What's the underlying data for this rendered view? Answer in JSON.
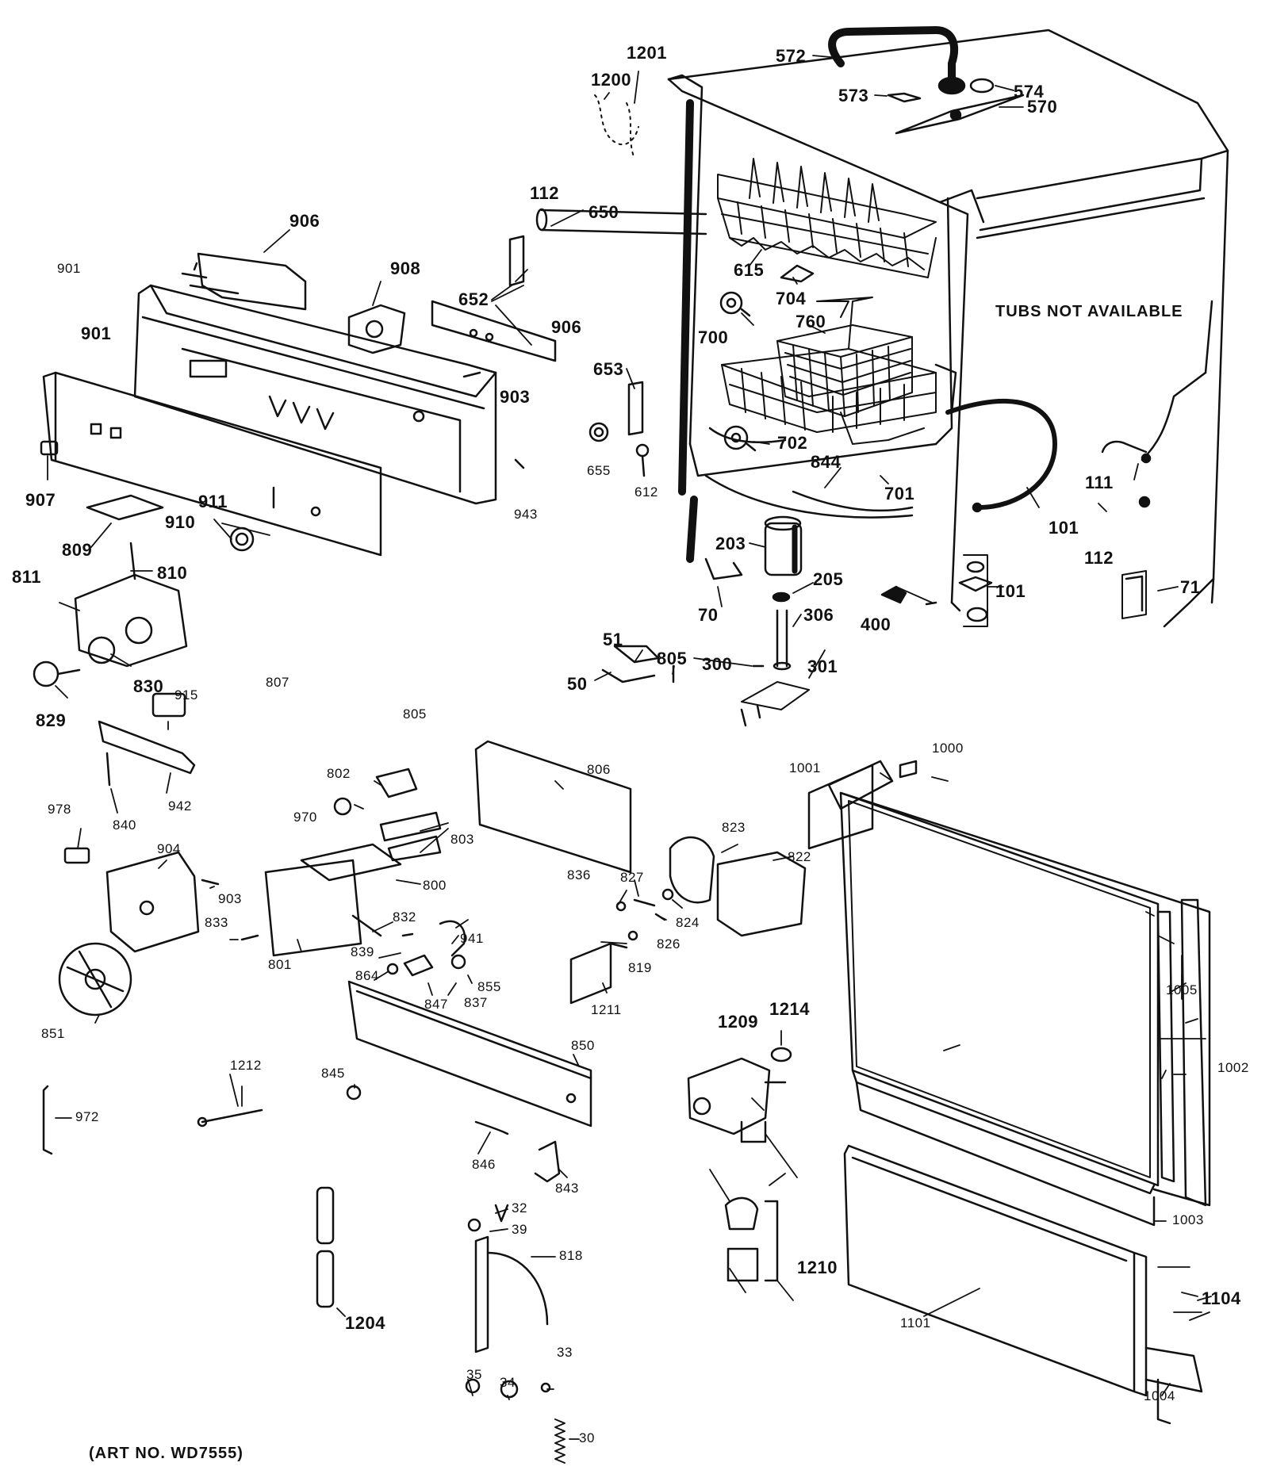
{
  "tubs_note": "TUBS NOT AVAILABLE",
  "art_number": "(ART NO. WD7555)",
  "callouts": [
    "572",
    "1201",
    "1200",
    "573",
    "574",
    "570",
    "112",
    "650",
    "906",
    "901",
    "908",
    "652",
    "906",
    "615",
    "704",
    "901",
    "700",
    "760",
    "903",
    "653",
    "907",
    "943",
    "655",
    "612",
    "702",
    "844",
    "701",
    "111",
    "911",
    "910",
    "809",
    "810",
    "203",
    "205",
    "101",
    "112",
    "101",
    "71",
    "811",
    "306",
    "400",
    "70",
    "51",
    "805",
    "300",
    "301",
    "50",
    "830",
    "829",
    "807",
    "915",
    "805",
    "806",
    "1000",
    "1001",
    "802",
    "942",
    "840",
    "970",
    "803",
    "978",
    "823",
    "822",
    "904",
    "903",
    "836",
    "827",
    "800",
    "833",
    "832",
    "824",
    "826",
    "941",
    "839",
    "819",
    "801",
    "1005",
    "864",
    "855",
    "847",
    "837",
    "1211",
    "1214",
    "851",
    "1209",
    "850",
    "1002",
    "1212",
    "845",
    "972",
    "846",
    "843",
    "32",
    "1003",
    "39",
    "818",
    "1210",
    "1104",
    "1204",
    "1101",
    "33",
    "35",
    "34",
    "1004",
    "30"
  ]
}
